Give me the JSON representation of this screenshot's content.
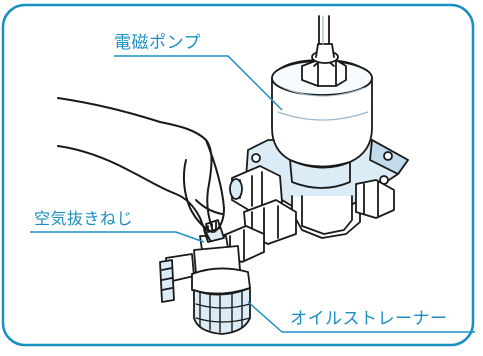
{
  "labels": {
    "solenoid_pump": "電磁ポンプ",
    "air_bleed_screw": "空気抜きねじ",
    "oil_strainer": "オイルストレーナー"
  },
  "colors": {
    "frame": "#1a8fc2",
    "label": "#1a8fc2",
    "line_art": "#1a1a1a",
    "shading": "#dcecf6"
  }
}
